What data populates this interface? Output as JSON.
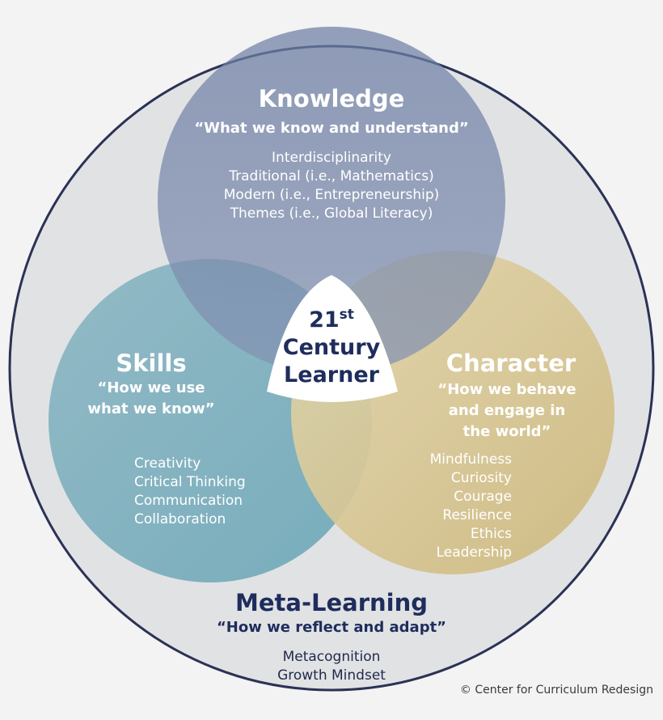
{
  "outer_circle": {
    "fill": "#e1e2e4",
    "stroke": "#2b3256"
  },
  "center": {
    "number": "21",
    "superscript": "st",
    "line2": "Century",
    "line3": "Learner"
  },
  "knowledge": {
    "title": "Knowledge",
    "quote": "“What we know and understand”",
    "items": [
      "Interdisciplinarity",
      "Traditional (i.e., Mathematics)",
      "Modern (i.e., Entrepreneurship)",
      "Themes (i.e., Global Literacy)"
    ],
    "color": "#5c6d95"
  },
  "skills": {
    "title": "Skills",
    "quote_line1": "“How we use",
    "quote_line2": "what we know”",
    "items": [
      "Creativity",
      "Critical Thinking",
      "Communication",
      "Collaboration"
    ],
    "color": "#5d9db0"
  },
  "character": {
    "title": "Character",
    "quote_line1": "“How we behave",
    "quote_line2": "and engage in",
    "quote_line3": "the world”",
    "items": [
      "Mindfulness",
      "Curiosity",
      "Courage",
      "Resilience",
      "Ethics",
      "Leadership"
    ],
    "color": "#d8c68e"
  },
  "meta_learning": {
    "title": "Meta-Learning",
    "quote": "“How we reflect and adapt”",
    "items": [
      "Metacognition",
      "Growth Mindset"
    ]
  },
  "credit": "© Center for Curriculum Redesign"
}
